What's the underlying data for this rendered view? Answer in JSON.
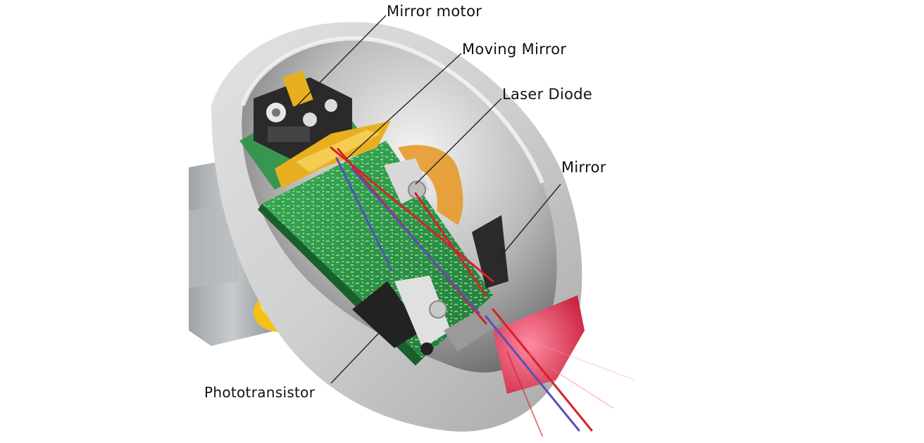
{
  "labels": {
    "mirror_motor": "Mirror motor",
    "moving_mirror": "Moving Mirror",
    "laser_diode": "Laser Diode",
    "mirror": "Mirror",
    "phototransistor": "Phototransistor"
  },
  "colors": {
    "housing": "#c9c9c9",
    "interior": "#9a9a9a",
    "pcb": "#2f9c4a",
    "laser_red": "#d8202a",
    "beam_blue": "#5a4fb8",
    "trigger": "#f2c21a",
    "gold": "#e8b020",
    "window": "#e0304a"
  }
}
